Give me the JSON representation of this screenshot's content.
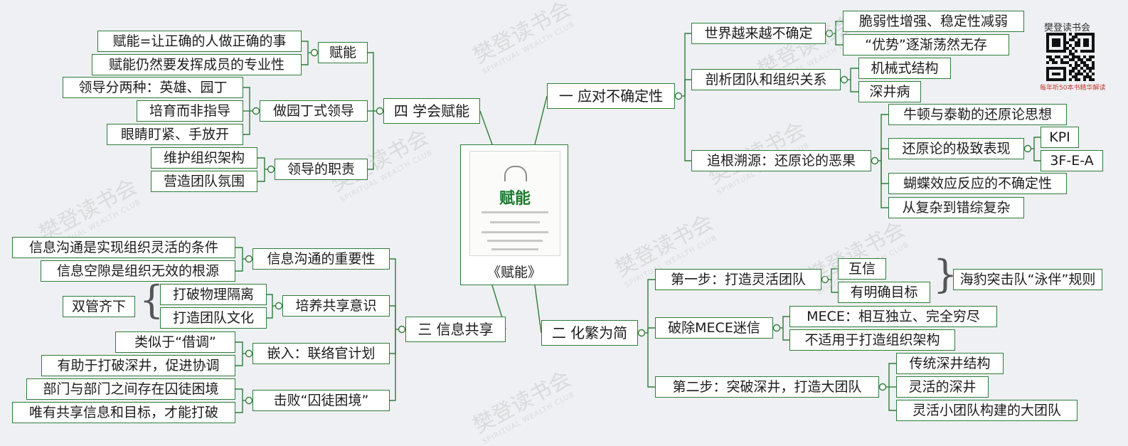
{
  "book": {
    "title": "赋能",
    "caption": "《赋能》"
  },
  "watermark": {
    "brand": "樊登读书会",
    "club": "SPIRITUAL WEALTH CLUB"
  },
  "qr": {
    "label": "樊登读书会",
    "sub": "每年听50本书精华解读"
  },
  "colors": {
    "line": "#2f7d3a",
    "background": "#eef0f3",
    "book_title": "#1a7a2e"
  },
  "branches": {
    "b1": {
      "label": "一 应对不确定性",
      "c1": {
        "label": "世界越来越不确定",
        "l1": "脆弱性增强、稳定性减弱",
        "l2": "“优势”逐渐荡然无存"
      },
      "c2": {
        "label": "剖析团队和组织关系",
        "l1": "机械式结构",
        "l2": "深井病"
      },
      "c3": {
        "label": "追根溯源：还原论的恶果",
        "l1": "牛顿与泰勒的还原论思想",
        "l2": "还原论的极致表现",
        "l2a": "KPI",
        "l2b": "3F-E-A",
        "l3": "蝴蝶效应反应的不确定性",
        "l4": "从复杂到错综复杂"
      }
    },
    "b2": {
      "label": "二 化繁为简",
      "c1": {
        "label": "第一步：打造灵活团队",
        "l1": "互信",
        "l2": "有明确目标",
        "note": "海豹突击队“泳伴”规则"
      },
      "c2": {
        "label": "破除MECE迷信",
        "l1": "MECE：相互独立、完全穷尽",
        "l2": "不适用于打造组织架构"
      },
      "c3": {
        "label": "第二步：突破深井，打造大团队",
        "l1": "传统深井结构",
        "l2": "灵活的深井",
        "l3": "灵活小团队构建的大团队"
      }
    },
    "b3": {
      "label": "三 信息共享",
      "c1": {
        "label": "信息沟通的重要性",
        "l1": "信息沟通是实现组织灵活的条件",
        "l2": "信息空隙是组织无效的根源"
      },
      "c2": {
        "label": "培养共享意识",
        "l1": "打破物理隔离",
        "l2": "打造团队文化",
        "note": "双管齐下"
      },
      "c3": {
        "label": "嵌入：联络官计划",
        "l1": "类似于“借调”",
        "l2": "有助于打破深井，促进协调"
      },
      "c4": {
        "label": "击败“囚徒困境”",
        "l1": "部门与部门之间存在囚徒困境",
        "l2": "唯有共享信息和目标，才能打破"
      }
    },
    "b4": {
      "label": "四 学会赋能",
      "c1": {
        "label": "赋能",
        "l1": "赋能=让正确的人做正确的事",
        "l2": "赋能仍然要发挥成员的专业性"
      },
      "c2": {
        "label": "做园丁式领导",
        "l1": "领导分两种：英雄、园丁",
        "l2": "培育而非指导",
        "l3": "眼睛盯紧、手放开"
      },
      "c3": {
        "label": "领导的职责",
        "l1": "维护组织架构",
        "l2": "营造团队氛围"
      }
    }
  }
}
